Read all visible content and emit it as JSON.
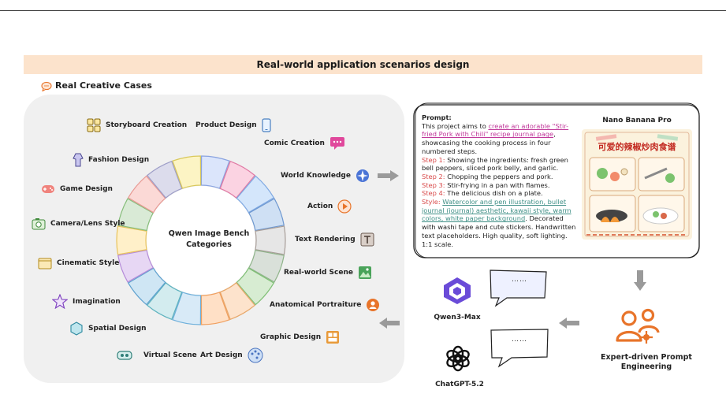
{
  "banner": {
    "title": "Real-world application scenarios design"
  },
  "section": {
    "title": "Real Creative Cases",
    "icon": "chat-bubble-icon"
  },
  "wheel": {
    "center_title_line1": "Qwen Image Bench",
    "center_title_line2": "Categories"
  },
  "categories": [
    {
      "label": "Storyboard Creation",
      "icon": "storyboard-grid-icon"
    },
    {
      "label": "Product Design",
      "icon": "phone-icon"
    },
    {
      "label": "Comic Creation",
      "icon": "speech-bubble-icon"
    },
    {
      "label": "Fashion Design",
      "icon": "shirt-icon"
    },
    {
      "label": "World Knowledge",
      "icon": "compass-icon"
    },
    {
      "label": "Game Design",
      "icon": "gamepad-icon"
    },
    {
      "label": "Action",
      "icon": "play-icon"
    },
    {
      "label": "Camera/Lens Style",
      "icon": "camera-icon"
    },
    {
      "label": "Text Rendering",
      "icon": "text-icon"
    },
    {
      "label": "Cinematic Style",
      "icon": "film-frame-icon"
    },
    {
      "label": "Real-world Scene",
      "icon": "landscape-image-icon"
    },
    {
      "label": "Imagination",
      "icon": "star-icon"
    },
    {
      "label": "Anatomical Portraiture",
      "icon": "person-icon"
    },
    {
      "label": "Spatial Design",
      "icon": "hexagon-icon"
    },
    {
      "label": "Graphic Design",
      "icon": "layout-grid-icon"
    },
    {
      "label": "Virtual Scene",
      "icon": "vr-goggles-icon"
    },
    {
      "label": "Art Design",
      "icon": "palette-icon"
    }
  ],
  "prompt": {
    "label": "Prompt:",
    "intro": "This project aims to ",
    "link1": "create an adorable \"Stir-fried Pork with Chili\" recipe journal page",
    "after_link1": ", showcasing the cooking process in four numbered steps.",
    "step1_label": "Step 1:",
    "step1_text": " Showing the ingredients: fresh green bell peppers, sliced pork belly, and garlic.",
    "step2_label": "Step 2:",
    "step2_text": " Chopping the peppers and pork.",
    "step3_label": "Step 3:",
    "step3_text": " Stir-frying in a pan with flames.",
    "step4_label": "Step 4:",
    "step4_text": " The delicious dish on a plate.",
    "style_label": "Style:",
    "style_link": "Watercolor and pen illustration, bullet journal (journal) aesthetic, kawaii style, warm colors, white paper background",
    "style_rest": ". Decorated with washi tape and cute stickers. Handwritten text placeholders. High quality, soft lighting. 1:1 scale."
  },
  "nano": {
    "label": "Nano Banana Pro",
    "poster_title": "可爱的辣椒炒肉食谱"
  },
  "models": [
    {
      "label": "Qwen3-Max",
      "icon": "qwen-logo-icon",
      "bubble_text": "……"
    },
    {
      "label": "ChatGPT-5.2",
      "icon": "openai-logo-icon",
      "bubble_text": "……"
    }
  ],
  "expert": {
    "line1": "Expert-driven Prompt",
    "line2": "Engineering",
    "icon": "people-icon"
  },
  "colors": {
    "banner": "#fce3cc",
    "panel": "#f0f0f0",
    "accent_orange": "#e8742a",
    "link_pink": "#c0389a",
    "step_red": "#d94b4b",
    "arrow_gray": "#9a9a9a"
  }
}
